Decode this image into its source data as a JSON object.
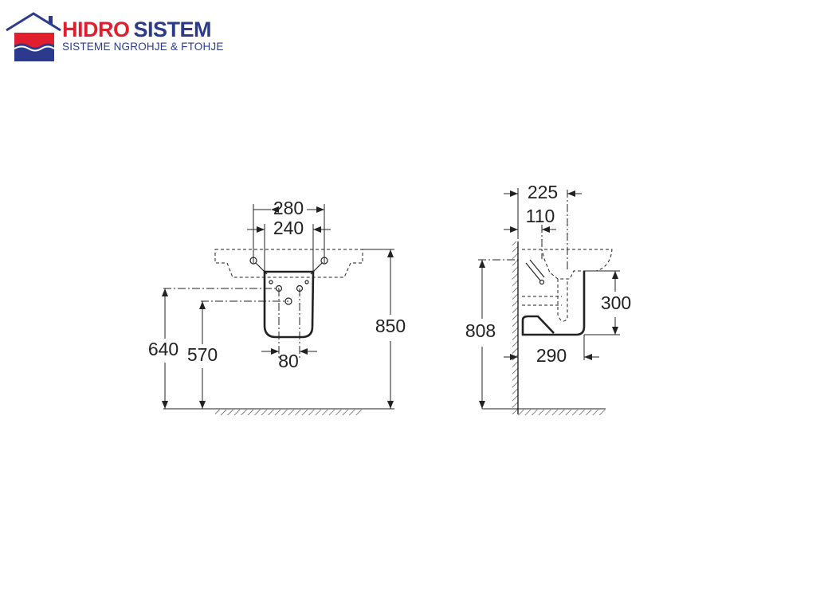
{
  "logo": {
    "brand_red": "HIDRO",
    "brand_blue": "SISTEM",
    "tagline": "SISTEME NGROHJE & FTOHJE",
    "colors": {
      "red": "#e01e2d",
      "blue": "#2b3a8c"
    }
  },
  "front_view": {
    "dims": {
      "width_outer": "280",
      "width_inner": "240",
      "height_640": "640",
      "height_570": "570",
      "height_total": "850",
      "spacing": "80"
    }
  },
  "side_view": {
    "dims": {
      "depth_total": "225",
      "depth_110": "110",
      "height_808": "808",
      "pedestal_height": "300",
      "pedestal_depth": "290"
    }
  }
}
